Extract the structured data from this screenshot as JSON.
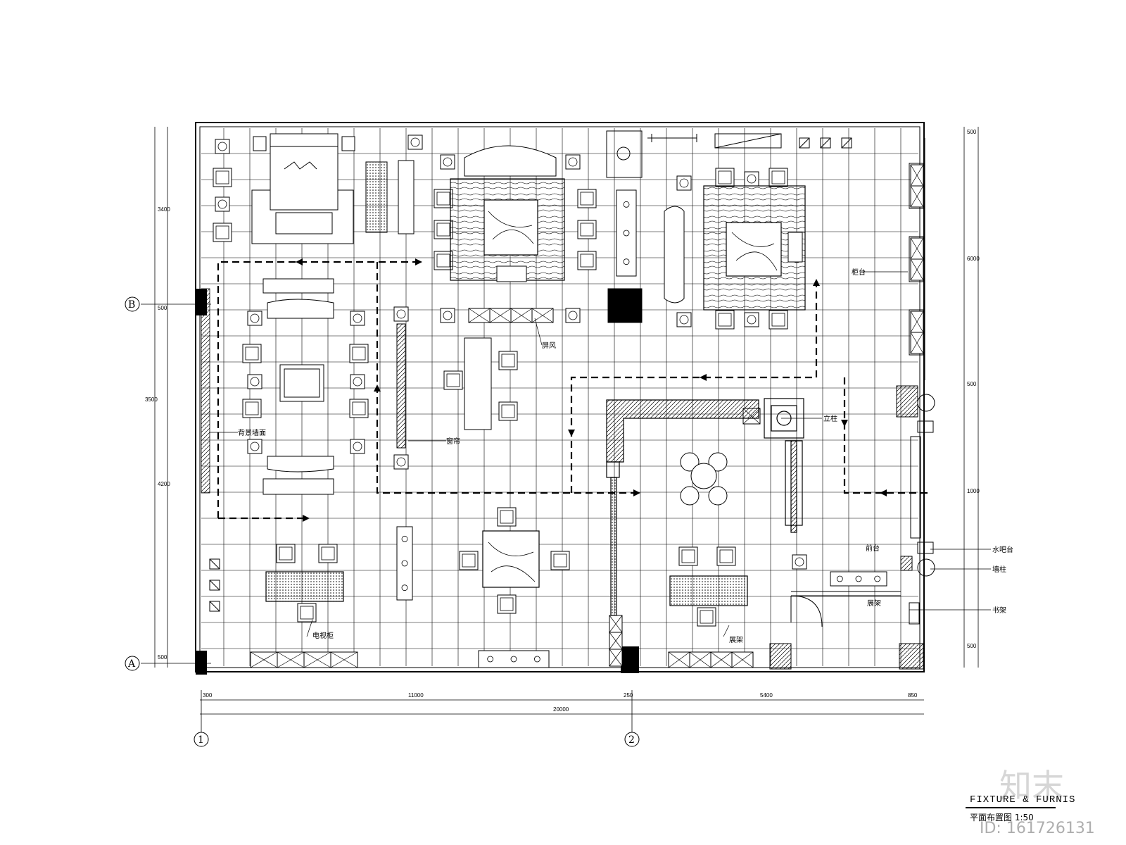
{
  "drawing": {
    "title": "FIXTURE & FURNIS",
    "subtitle": "平面布置图 1:50",
    "watermark": "知末",
    "watermark_id": "ID: 161726131"
  },
  "axes": {
    "rows": [
      "B",
      "A"
    ],
    "cols": [
      "1",
      "2"
    ]
  },
  "labels": {
    "back_wall": "背景墙面",
    "display_rack": "展架",
    "stand": "展架",
    "screen": "屏风",
    "pillar": "立柱",
    "window_left": "窗帘",
    "cashier": "前台",
    "water_table": "水吧台",
    "wall_post": "墙柱",
    "tv_cabinet": "电视柜",
    "bookshelf": "书架",
    "counter": "柜台"
  },
  "dimensions": {
    "bottom": [
      "300",
      "11000",
      "250",
      "5400",
      "850"
    ],
    "bottom_total": "20000",
    "left": [
      "3400",
      "500",
      "3500",
      "4200",
      "500"
    ],
    "right": [
      "500",
      "6000",
      "500",
      "1000",
      "500"
    ]
  },
  "colors": {
    "line": "#000000",
    "paper": "#ffffff"
  }
}
